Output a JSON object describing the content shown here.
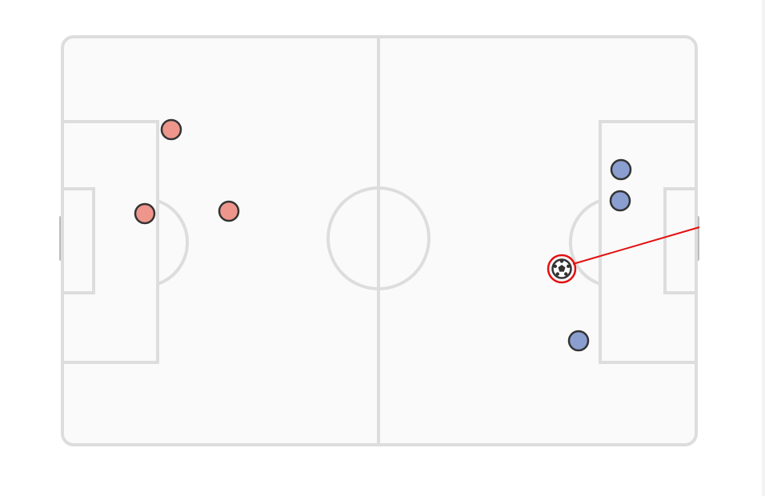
{
  "colors": {
    "background": "#ffffff",
    "pitch_fill": "#fafafa",
    "pitch_lines": "#dddddd",
    "goal": "#bbbbbb",
    "team_left": "#ee968c",
    "team_right": "#8a9ed0",
    "player_outline": "#333333",
    "ball_ring": "#e31010",
    "aim_line": "#e31010",
    "ball_body": "#ffffff",
    "ball_patches": "#333333"
  },
  "team_left": {
    "color_name": "red",
    "players": [
      "player",
      "player",
      "player"
    ]
  },
  "team_right": {
    "color_name": "blue",
    "players": [
      "player",
      "player",
      "player"
    ]
  },
  "ball": {
    "icon": "soccer-ball-icon",
    "selected": true,
    "aim_line_visible": true
  }
}
